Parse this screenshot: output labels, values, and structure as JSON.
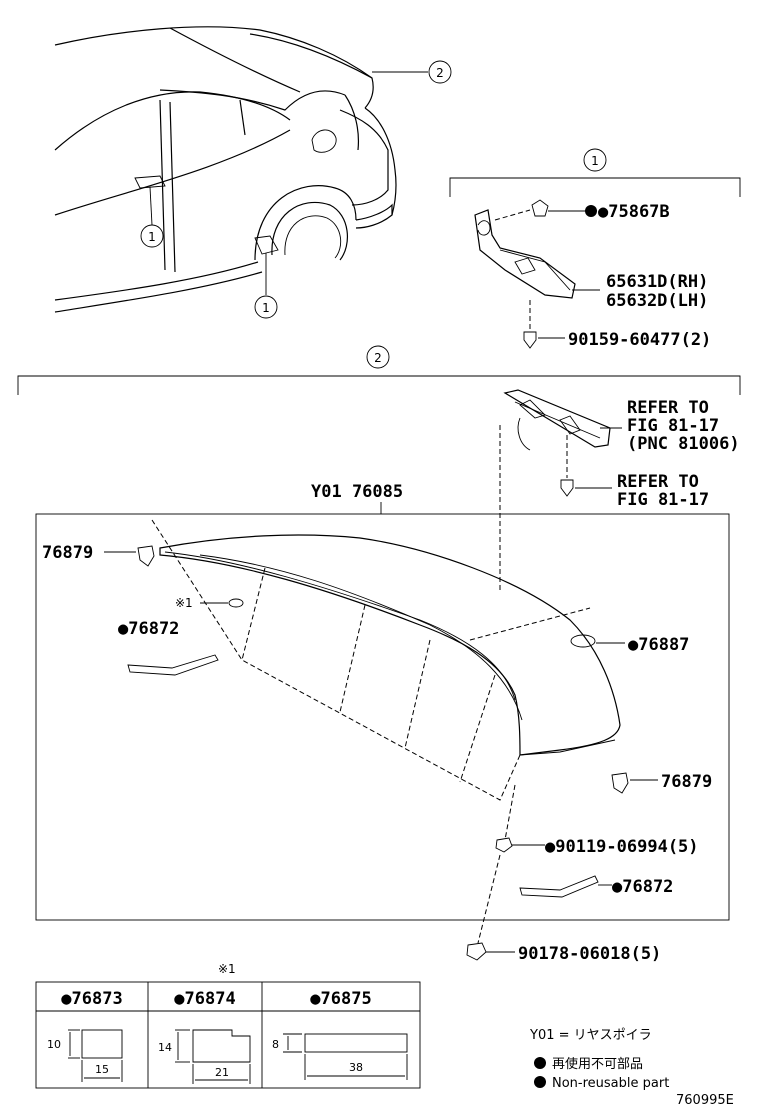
{
  "callouts": {
    "one": "1",
    "two": "2"
  },
  "parts": {
    "p75867B": "●75867B",
    "p65631D": "65631D(RH)",
    "p65632D": "65632D(LH)",
    "p90159": "90159-60477(2)",
    "refer1_line1": "REFER TO",
    "refer1_line2": "FIG 81-17",
    "refer1_line3": "(PNC 81006)",
    "refer2_line1": "REFER TO",
    "refer2_line2": "FIG 81-17",
    "assembly": "Y01 76085",
    "p76879_a": "76879",
    "note_mark": "※1",
    "p76872_a": "●76872",
    "p76887": "●76887",
    "p76879_b": "76879",
    "p90119": "●90119-06994(5)",
    "p76872_b": "●76872",
    "p90178": "90178-06018(5)"
  },
  "table": {
    "note": "※1",
    "columns": [
      {
        "part": "●76873",
        "height": "10",
        "width": "15"
      },
      {
        "part": "●76874",
        "height": "14",
        "width": "21"
      },
      {
        "part": "●76875",
        "height": "8",
        "width": "38"
      }
    ]
  },
  "legend": {
    "y01": "Y01 = リヤスポイラ",
    "nonreusable_jp": "再使用不可部品",
    "nonreusable_en": "Non-reusable part"
  },
  "figure_id": "760995E"
}
